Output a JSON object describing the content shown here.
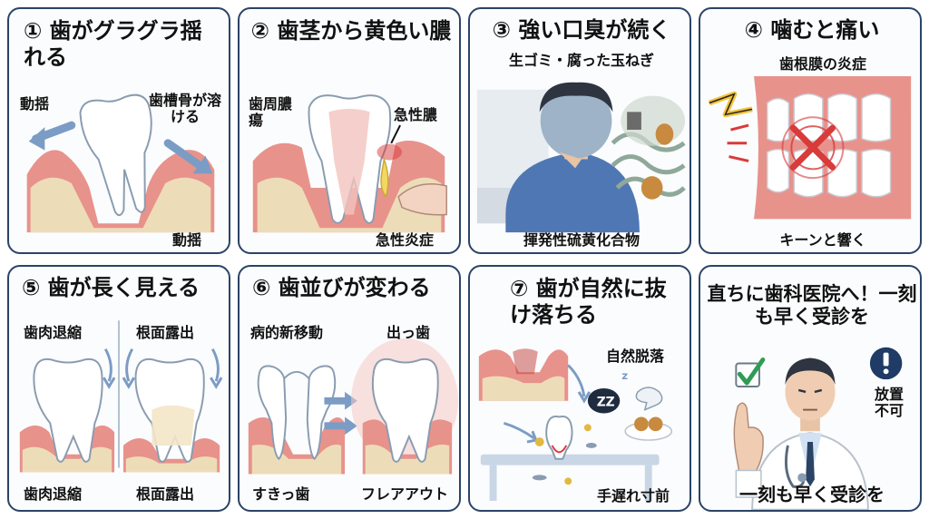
{
  "panels": [
    {
      "title": "① 歯がグラグラ揺れる",
      "labels": {
        "left": "動揺",
        "right": "歯槽骨が溶ける",
        "bottom": "動揺"
      }
    },
    {
      "title": "② 歯茎から黄色い膿",
      "labels": {
        "left": "歯周膿瘍",
        "right": "急性膿",
        "bottom": "急性炎症"
      }
    },
    {
      "title": "③ 強い口臭が続く",
      "labels": {
        "sub": "生ゴミ・腐った玉ねぎ",
        "bottom": "揮発性硫黄化合物"
      }
    },
    {
      "title": "④ 噛むと痛い",
      "labels": {
        "sub": "歯根膜の炎症",
        "bottom": "キーンと響く"
      }
    },
    {
      "title": "⑤ 歯が長く見える",
      "labels": {
        "top_left": "歯肉退縮",
        "top_right": "根面露出",
        "bottom_left": "歯肉退縮",
        "bottom_right": "根面露出"
      }
    },
    {
      "title": "⑥ 歯並びが変わる",
      "labels": {
        "top_left": "病的新移動",
        "top_right": "出っ歯",
        "bottom_left": "すきっ歯",
        "bottom_right": "フレアアウト"
      }
    },
    {
      "title": "⑦ 歯が自然に抜け落ちる",
      "labels": {
        "sub": "自然脱落",
        "bottom": "手遅れ寸前"
      }
    },
    {
      "title": "直ちに歯科医院へ！一刻も早く受診を",
      "labels": {
        "side": "放置不可",
        "bottom": "一刻も早く受診を"
      }
    }
  ],
  "colors": {
    "border": "#2b4466",
    "gum": "#e8928c",
    "bone": "#eddcb8",
    "tooth": "#ffffff",
    "pus": "#f2d860",
    "alert": "#d93a3a"
  }
}
